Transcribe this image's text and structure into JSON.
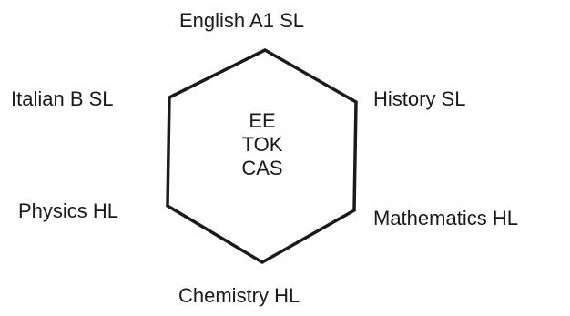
{
  "diagram": {
    "subjects": {
      "top": "English A1 SL",
      "upper_right": "History SL",
      "lower_right": "Mathematics HL",
      "bottom": "Chemistry HL",
      "lower_left": "Physics HL",
      "upper_left": "Italian B SL"
    },
    "core": [
      "EE",
      "TOK",
      "CAS"
    ],
    "colors": {
      "outline": "#1a1a1a",
      "text": "#1a1a1a",
      "background": "#ffffff"
    }
  }
}
